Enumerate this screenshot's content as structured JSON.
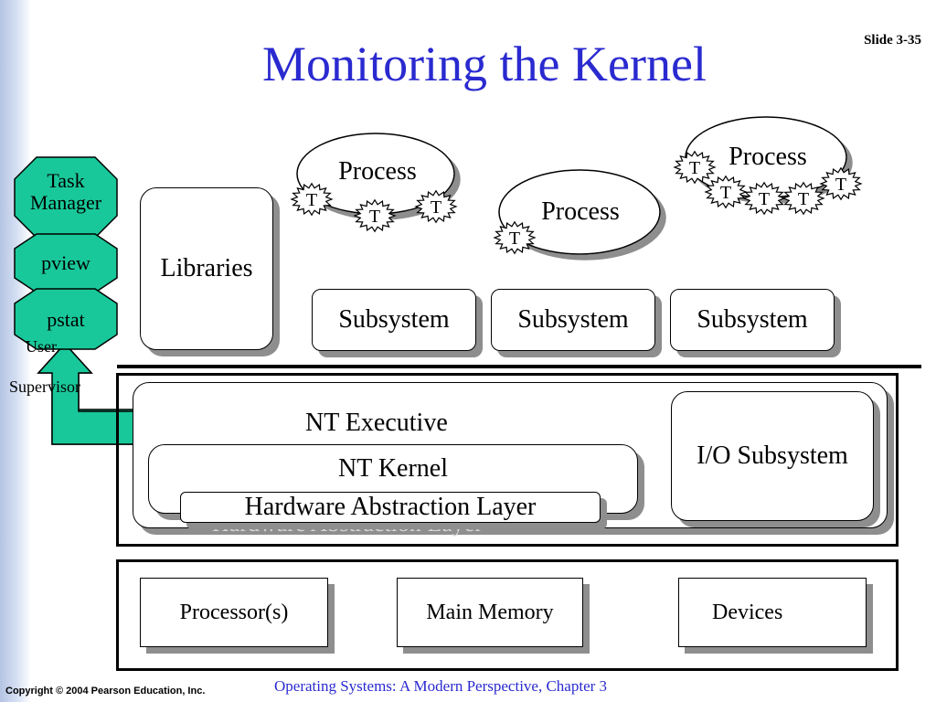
{
  "title": "Monitoring the Kernel",
  "slide_number": "Slide 3-35",
  "tools": [
    "Task Manager",
    "pview",
    "pstat"
  ],
  "tool_task_manager": [
    "Task",
    "Manager"
  ],
  "mode_user": "User",
  "mode_supervisor": "Supervisor",
  "libraries": "Libraries",
  "processes": [
    "Process",
    "Process",
    "Process"
  ],
  "thread_label": "T",
  "subsystems": [
    "Subsystem",
    "Subsystem",
    "Subsystem"
  ],
  "nt_executive": "NT Executive",
  "nt_kernel": "NT Kernel",
  "hal": "Hardware Abstraction Layer",
  "io_subsystem": "I/O Subsystem",
  "hardware": [
    "Processor(s)",
    "Main Memory",
    "Devices"
  ],
  "copyright": "Copyright © 2004 Pearson Education, Inc.",
  "footer": "Operating Systems: A Modern Perspective, Chapter 3",
  "colors": {
    "title": "#2a2ad0",
    "tool_fill": "#19c89a",
    "shadow": "#8e8e8e"
  }
}
